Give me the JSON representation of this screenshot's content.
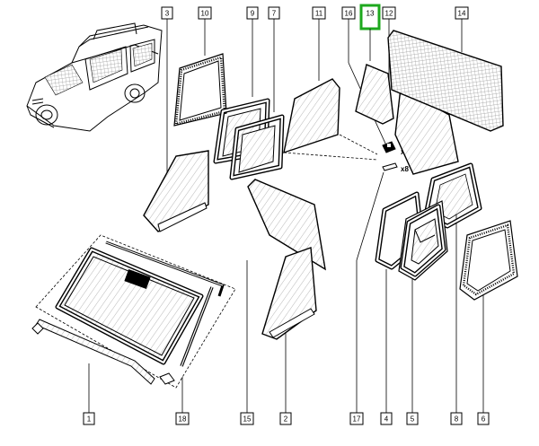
{
  "callouts": {
    "c1": "1",
    "c2": "2",
    "c3": "3",
    "c4": "4",
    "c5": "5",
    "c6": "6",
    "c8": "8",
    "c9": "9",
    "c10": "10",
    "c11": "11",
    "c12": "12",
    "c13": "13",
    "c14": "14",
    "c15": "15",
    "c16": "16",
    "c17": "17",
    "c18": "18"
  },
  "quantities": {
    "clip_16": "x8",
    "clip_17": "x8"
  },
  "colors": {
    "highlight": "#1ea81e",
    "line": "#000000"
  },
  "highlighted_part": "13"
}
